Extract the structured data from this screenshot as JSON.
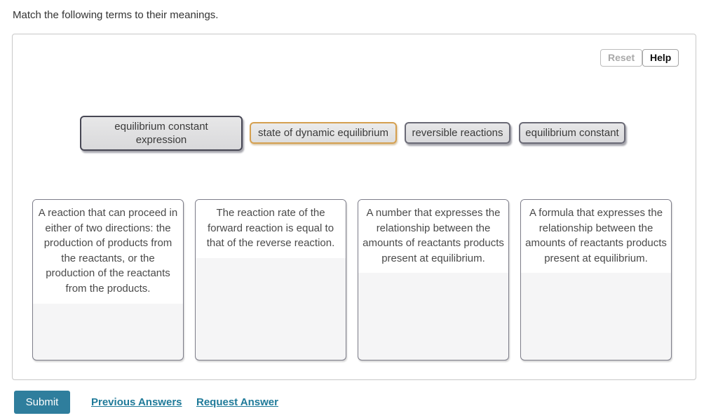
{
  "page": {
    "title": "Match the following terms to their meanings."
  },
  "toolbar": {
    "reset_label": "Reset",
    "help_label": "Help"
  },
  "terms": [
    {
      "label": "equilibrium constant expression",
      "state": "default"
    },
    {
      "label": "state of dynamic equilibrium",
      "state": "highlighted"
    },
    {
      "label": "reversible reactions",
      "state": "default"
    },
    {
      "label": "equilibrium constant",
      "state": "default"
    }
  ],
  "definitions": [
    {
      "text": "A reaction that can proceed in either of two directions: the production of products from the reactants, or the production of the reactants from the products."
    },
    {
      "text": "The reaction rate of the forward reaction is equal to that of the reverse reaction."
    },
    {
      "text": "A number that expresses the relationship between the amounts of reactants products present at equilibrium."
    },
    {
      "text": "A formula that expresses the relationship between the amounts of reactants products present at equilibrium."
    }
  ],
  "footer": {
    "submit_label": "Submit",
    "previous_answers_label": "Previous Answers",
    "request_answer_label": "Request Answer"
  },
  "colors": {
    "submit_teal": "#2f7e9d",
    "link_teal": "#1f7a99",
    "highlight_border_orange": "#d5a050",
    "chip_border_gray": "#6a6a76",
    "panel_border_gray": "#c8c8c8"
  }
}
